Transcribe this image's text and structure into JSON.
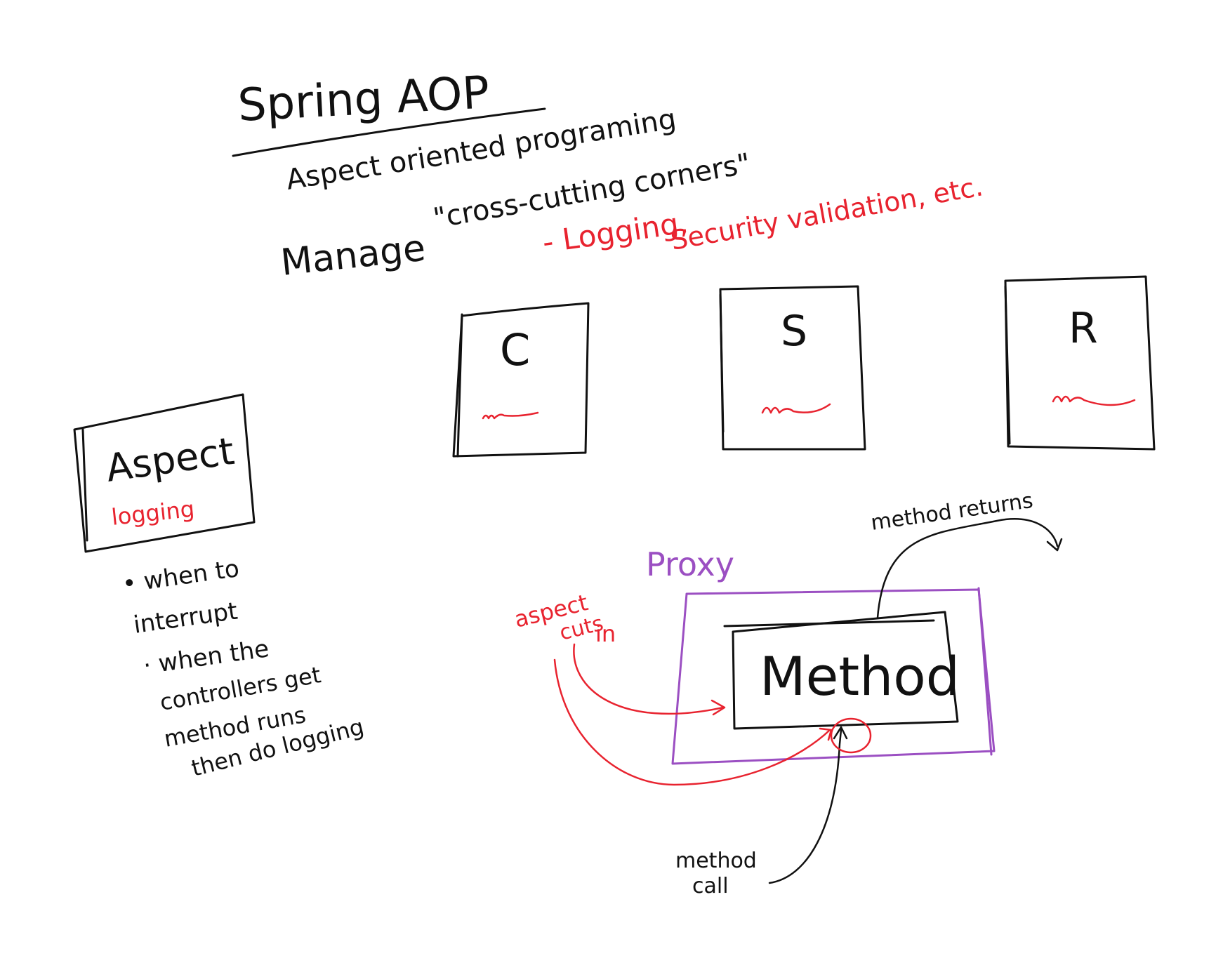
{
  "title": "Spring AOP",
  "subtitle": "Aspect oriented programing",
  "manage": {
    "label": "Manage",
    "quote": "\"cross-cutting corners\"",
    "examples_line1": "- Logging,",
    "examples_line2": "Security validation, etc."
  },
  "layers": [
    {
      "label": "C"
    },
    {
      "label": "S"
    },
    {
      "label": "R"
    }
  ],
  "aspect_box": {
    "label": "Aspect",
    "sublabel": "logging"
  },
  "notes": [
    "• when to",
    "interrupt",
    "· when the",
    "controllers get",
    "method runs",
    "then do logging"
  ],
  "proxy": {
    "label": "Proxy",
    "method_label": "Method"
  },
  "annotations": {
    "aspect_cuts_in_1": "aspect",
    "aspect_cuts_in_2": "cuts",
    "aspect_cuts_in_3": "in",
    "method_returns": "method returns",
    "method_call_1": "method",
    "method_call_2": "call"
  },
  "colors": {
    "ink": "#111111",
    "accent_red": "#e8232f",
    "proxy_purple": "#9b4fc2"
  }
}
